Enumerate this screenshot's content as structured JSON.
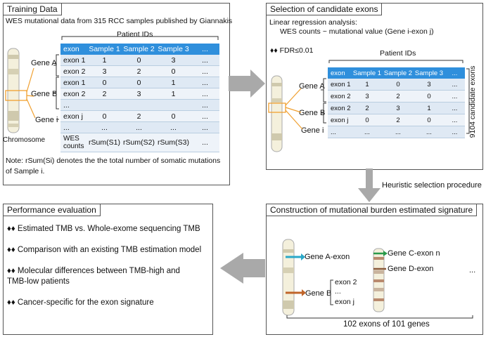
{
  "training": {
    "title": "Training Data",
    "subtitle": "WES mutational data from 315 RCC samples published by Giannakis",
    "patient_ids": "Patient IDs",
    "headers": [
      "exon",
      "Sample 1",
      "Sample 2",
      "Sample 3",
      "..."
    ],
    "rows": [
      [
        "exon 1",
        "1",
        "0",
        "3",
        "..."
      ],
      [
        "exon 2",
        "3",
        "2",
        "0",
        "..."
      ],
      [
        "exon 1",
        "0",
        "0",
        "1",
        "..."
      ],
      [
        "exon 2",
        "2",
        "3",
        "1",
        "..."
      ],
      [
        "...",
        "",
        "",
        "",
        "..."
      ],
      [
        "exon j",
        "0",
        "2",
        "0",
        "..."
      ],
      [
        "...",
        "...",
        "...",
        "...",
        "..."
      ]
    ],
    "footer_label_1": "WES",
    "footer_label_2": "counts",
    "footer_values": [
      "rSum(S1)",
      "rSum(S2)",
      "rSum(S3)",
      "..."
    ],
    "genes": [
      "Gene A",
      "Gene B",
      "Gene i"
    ],
    "chromosome": "Chromosome",
    "note_line1": "Note: rSum(Si) denotes the the total number of somatic mutations",
    "note_line2": "of Sample i."
  },
  "selection": {
    "title": "Selection of candidate exons",
    "line1": "Linear regression analysis:",
    "line2": "WES counts ~ mutational value (Gene i-exon j)",
    "fdr": "♦♦  FDR≤0.01",
    "patient_ids": "Patient IDs",
    "headers": [
      "exon",
      "Sample 1",
      "Sample 2",
      "Sample 3",
      "..."
    ],
    "rows": [
      [
        "exon 1",
        "1",
        "0",
        "3",
        "..."
      ],
      [
        "exon 2",
        "3",
        "2",
        "0",
        "..."
      ],
      [
        "exon 2",
        "2",
        "3",
        "1",
        "..."
      ],
      [
        "exon j",
        "0",
        "2",
        "0",
        "..."
      ],
      [
        "...",
        "...",
        "...",
        "...",
        "..."
      ]
    ],
    "genes": [
      "Gene A",
      "Gene B",
      "Gene i"
    ],
    "candidate_count": "9104 candidate exons"
  },
  "heuristic_label": "Heuristic selection procedure",
  "performance": {
    "title": "Performance evaluation",
    "items": [
      "♦♦  Estimated TMB vs. Whole-exome sequencing TMB",
      "♦♦  Comparison with an existing TMB estimation model",
      "♦♦  Molecular differences between TMB-high and",
      "TMB-low patients",
      "♦♦  Cancer-specific for the exon signature"
    ]
  },
  "signature": {
    "title": "Construction of mutational burden estimated signature",
    "gene_a_exon": "Gene A-exon",
    "gene_b": "Gene B",
    "exon_labels": [
      "exon 2",
      "...",
      "exon j"
    ],
    "gene_c_exon": "Gene C-exon n",
    "gene_d_exon": "Gene D-exon",
    "ellipsis": "...",
    "summary": "102 exons of 101 genes"
  },
  "colors": {
    "table_header": "#2f8fdc",
    "row_light": "#eef3f9",
    "row_dark": "#dfe9f4",
    "highlight_orange": "#f0a030",
    "arrow_gray": "#a9a9a9",
    "teal_arrow": "#2aa8c8",
    "brown_arrow": "#c0652a",
    "green_arrow": "#2a9a4a"
  }
}
